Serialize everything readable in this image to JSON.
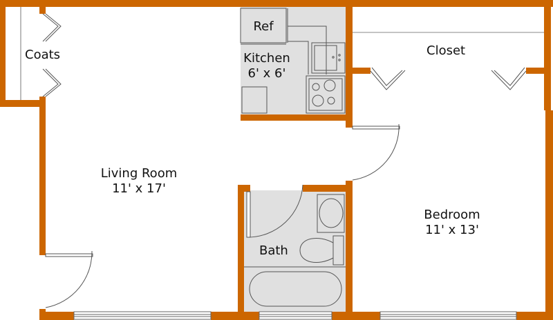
{
  "colors": {
    "wall": "#cc6600",
    "floor_wet": "#e0e0e0",
    "fixture_stroke": "#555555",
    "background": "#ffffff"
  },
  "rooms": {
    "coats": {
      "name": "Coats"
    },
    "kitchen": {
      "name": "Kitchen",
      "dimensions": "6' x 6'"
    },
    "closet": {
      "name": "Closet"
    },
    "living_room": {
      "name": "Living Room",
      "dimensions": "11' x 17'"
    },
    "bath": {
      "name": "Bath"
    },
    "bedroom": {
      "name": "Bedroom",
      "dimensions": "11' x 13'"
    }
  },
  "fixtures": {
    "refrigerator": {
      "label": "Ref"
    }
  }
}
